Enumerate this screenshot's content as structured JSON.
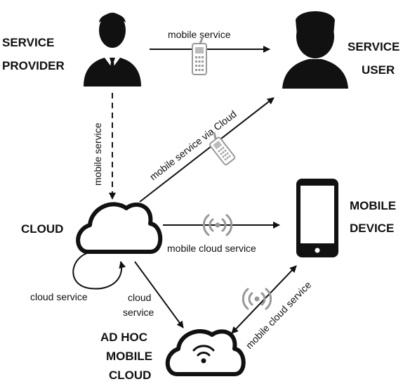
{
  "nodes": {
    "service_provider": {
      "label_line1": "SERVICE",
      "label_line2": "PROVIDER"
    },
    "service_user": {
      "label_line1": "SERVICE",
      "label_line2": "USER"
    },
    "cloud": {
      "label": "CLOUD"
    },
    "mobile_device": {
      "label_line1": "MOBILE",
      "label_line2": "DEVICE"
    },
    "adhoc_cloud": {
      "label_line1": "AD HOC",
      "label_line2": "MOBILE",
      "label_line3": "CLOUD"
    }
  },
  "edges": {
    "provider_to_user": "mobile service",
    "provider_to_cloud": "mobile service",
    "cloud_to_user": "mobile service via Cloud",
    "cloud_to_device": "mobile cloud service",
    "cloud_self": "cloud service",
    "cloud_to_adhoc_line1": "cloud",
    "cloud_to_adhoc_line2": "service",
    "adhoc_device": "mobile cloud service"
  },
  "icons": [
    "businessman-icon",
    "user-icon",
    "cloud-icon",
    "smartphone-icon",
    "wifi-cloud-icon",
    "mobile-phone-icon",
    "wireless-signal-icon"
  ],
  "colors": {
    "ink": "#111111",
    "icon_gray": "#909090"
  }
}
